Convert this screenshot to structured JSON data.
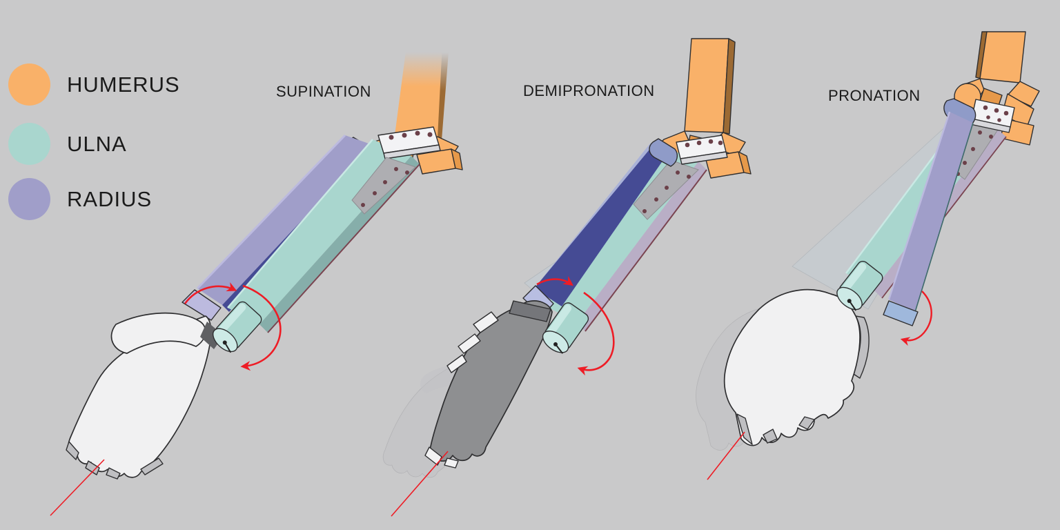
{
  "legend": {
    "items": [
      {
        "id": "humerus",
        "label": "HUMERUS",
        "color": "#f9b169"
      },
      {
        "id": "ulna",
        "label": "ULNA",
        "color": "#a9d6ce"
      },
      {
        "id": "radius",
        "label": "RADIUS",
        "color": "#a09ec9"
      }
    ]
  },
  "figures": [
    {
      "id": "supination",
      "label": "SUPINATION"
    },
    {
      "id": "demipronation",
      "label": "DEMIPRONATION"
    },
    {
      "id": "pronation",
      "label": "PRONATION"
    }
  ],
  "icons": {
    "rotation_arrow": "curved red arrow around wrist axis",
    "axis_line": "red rotation axis line from fingers"
  },
  "colors": {
    "background": "#c9c9ca",
    "text": "#1a1a1a",
    "humerus": "#f9b169",
    "humerus_shade": "#e6994a",
    "humerus_dark": "#9c6a33",
    "ulna": "#a9d6ce",
    "ulna_light": "#c9e9e4",
    "ulna_side": "#86aeaa",
    "radius": "#a09ec9",
    "radius_light": "#bcbadf",
    "navy": "#454b94",
    "lavender": "#b8bee2",
    "lavender_side": "#b9aec6",
    "steel_light": "#f3f3f5",
    "steel": "#aeaeb2",
    "screw": "#6b4049",
    "maroon": "#7a4450",
    "cuff": "#8f9bc8",
    "outline": "#2e2e30",
    "hand": "#f1f1f2",
    "hand_shade": "#bfbfc2",
    "hand_dark": "#8e8f91",
    "hand_dark_top": "#75767a",
    "ghost": "#c3ced6",
    "ghost_hand": "#c2c2c6",
    "red": "#ee1c25"
  }
}
